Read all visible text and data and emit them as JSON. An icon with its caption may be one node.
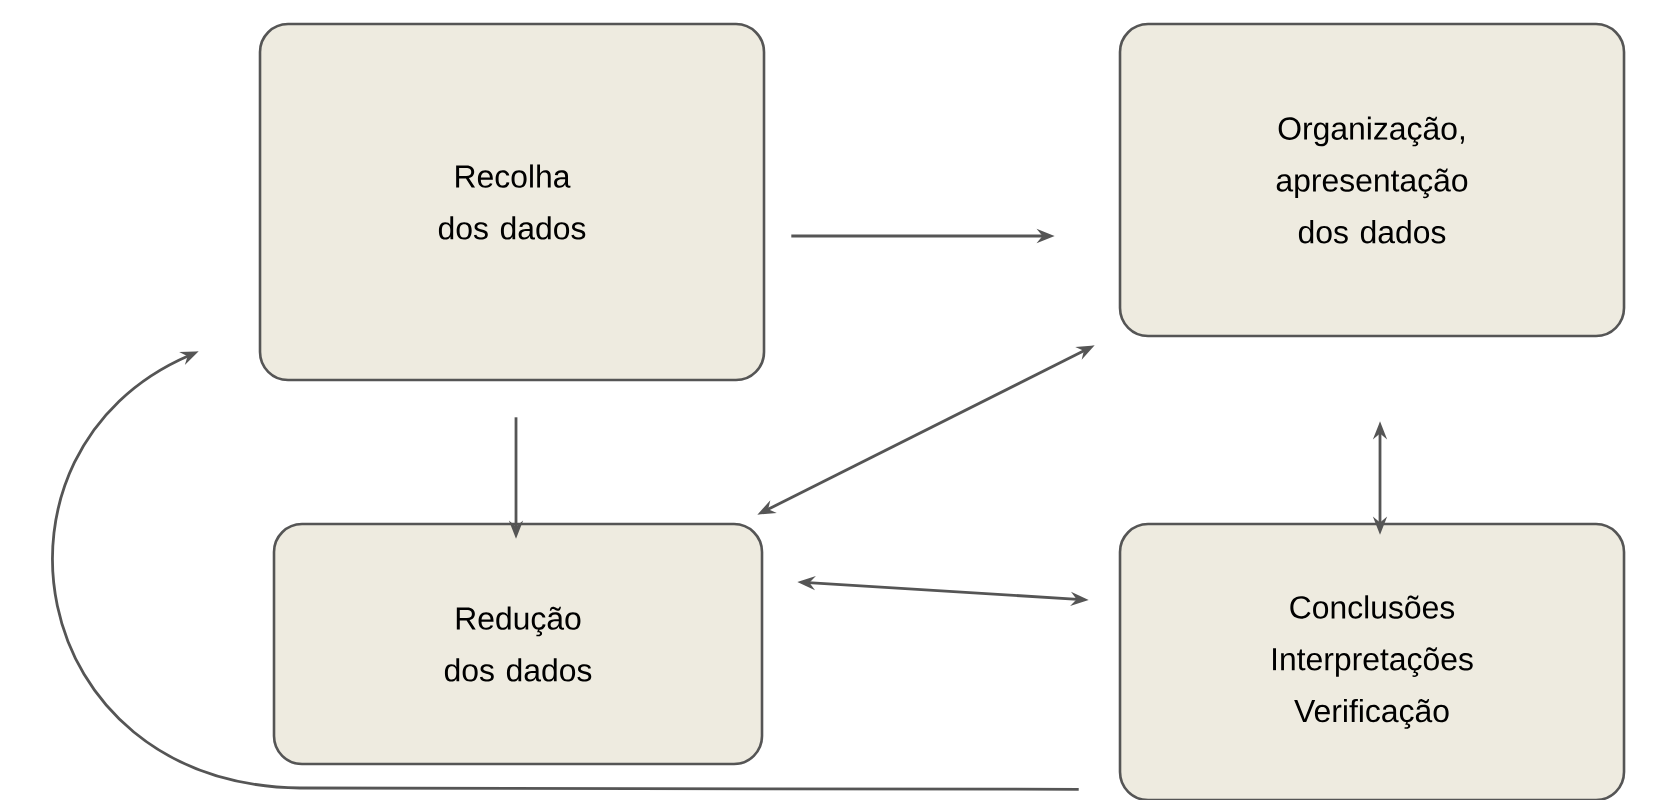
{
  "diagram": {
    "nodes": [
      {
        "text": [
          "Recolha dos dados"
        ]
      },
      {
        "text": [
          "Organização, apresentação dos dados"
        ]
      },
      {
        "text": [
          "Redução dos dados"
        ]
      },
      {
        "text": [
          "Conclusões",
          "Interpretações",
          "Verificação"
        ]
      }
    ],
    "edges": [
      {
        "from": 0,
        "to": 1,
        "arrow": "to"
      },
      {
        "from": 0,
        "to": 2,
        "arrow": "to"
      },
      {
        "from": 1,
        "to": 2,
        "arrow": "both"
      },
      {
        "from": 2,
        "to": 3,
        "arrow": "both"
      },
      {
        "from": 1,
        "to": 3,
        "arrow": "both"
      },
      {
        "from": 3,
        "to": 0,
        "arrow": "to"
      }
    ]
  }
}
